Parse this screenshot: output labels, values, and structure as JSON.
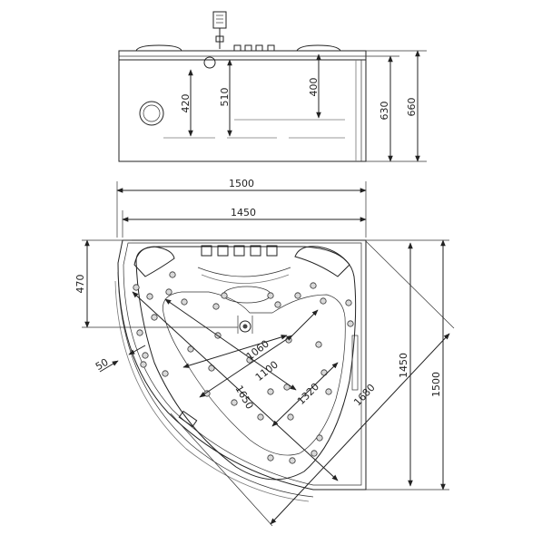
{
  "side_view": {
    "dim_420": "420",
    "dim_510": "510",
    "dim_400": "400",
    "dim_630": "630",
    "dim_660": "660"
  },
  "top_view": {
    "dim_1500_top": "1500",
    "dim_1450_top": "1450",
    "dim_470": "470",
    "dim_50": "50",
    "dim_1060": "1060",
    "dim_1100": "1100",
    "dim_1320": "1320",
    "dim_1650": "1650",
    "dim_1680": "1680",
    "dim_1450_right": "1450",
    "dim_1500_right": "1500"
  }
}
